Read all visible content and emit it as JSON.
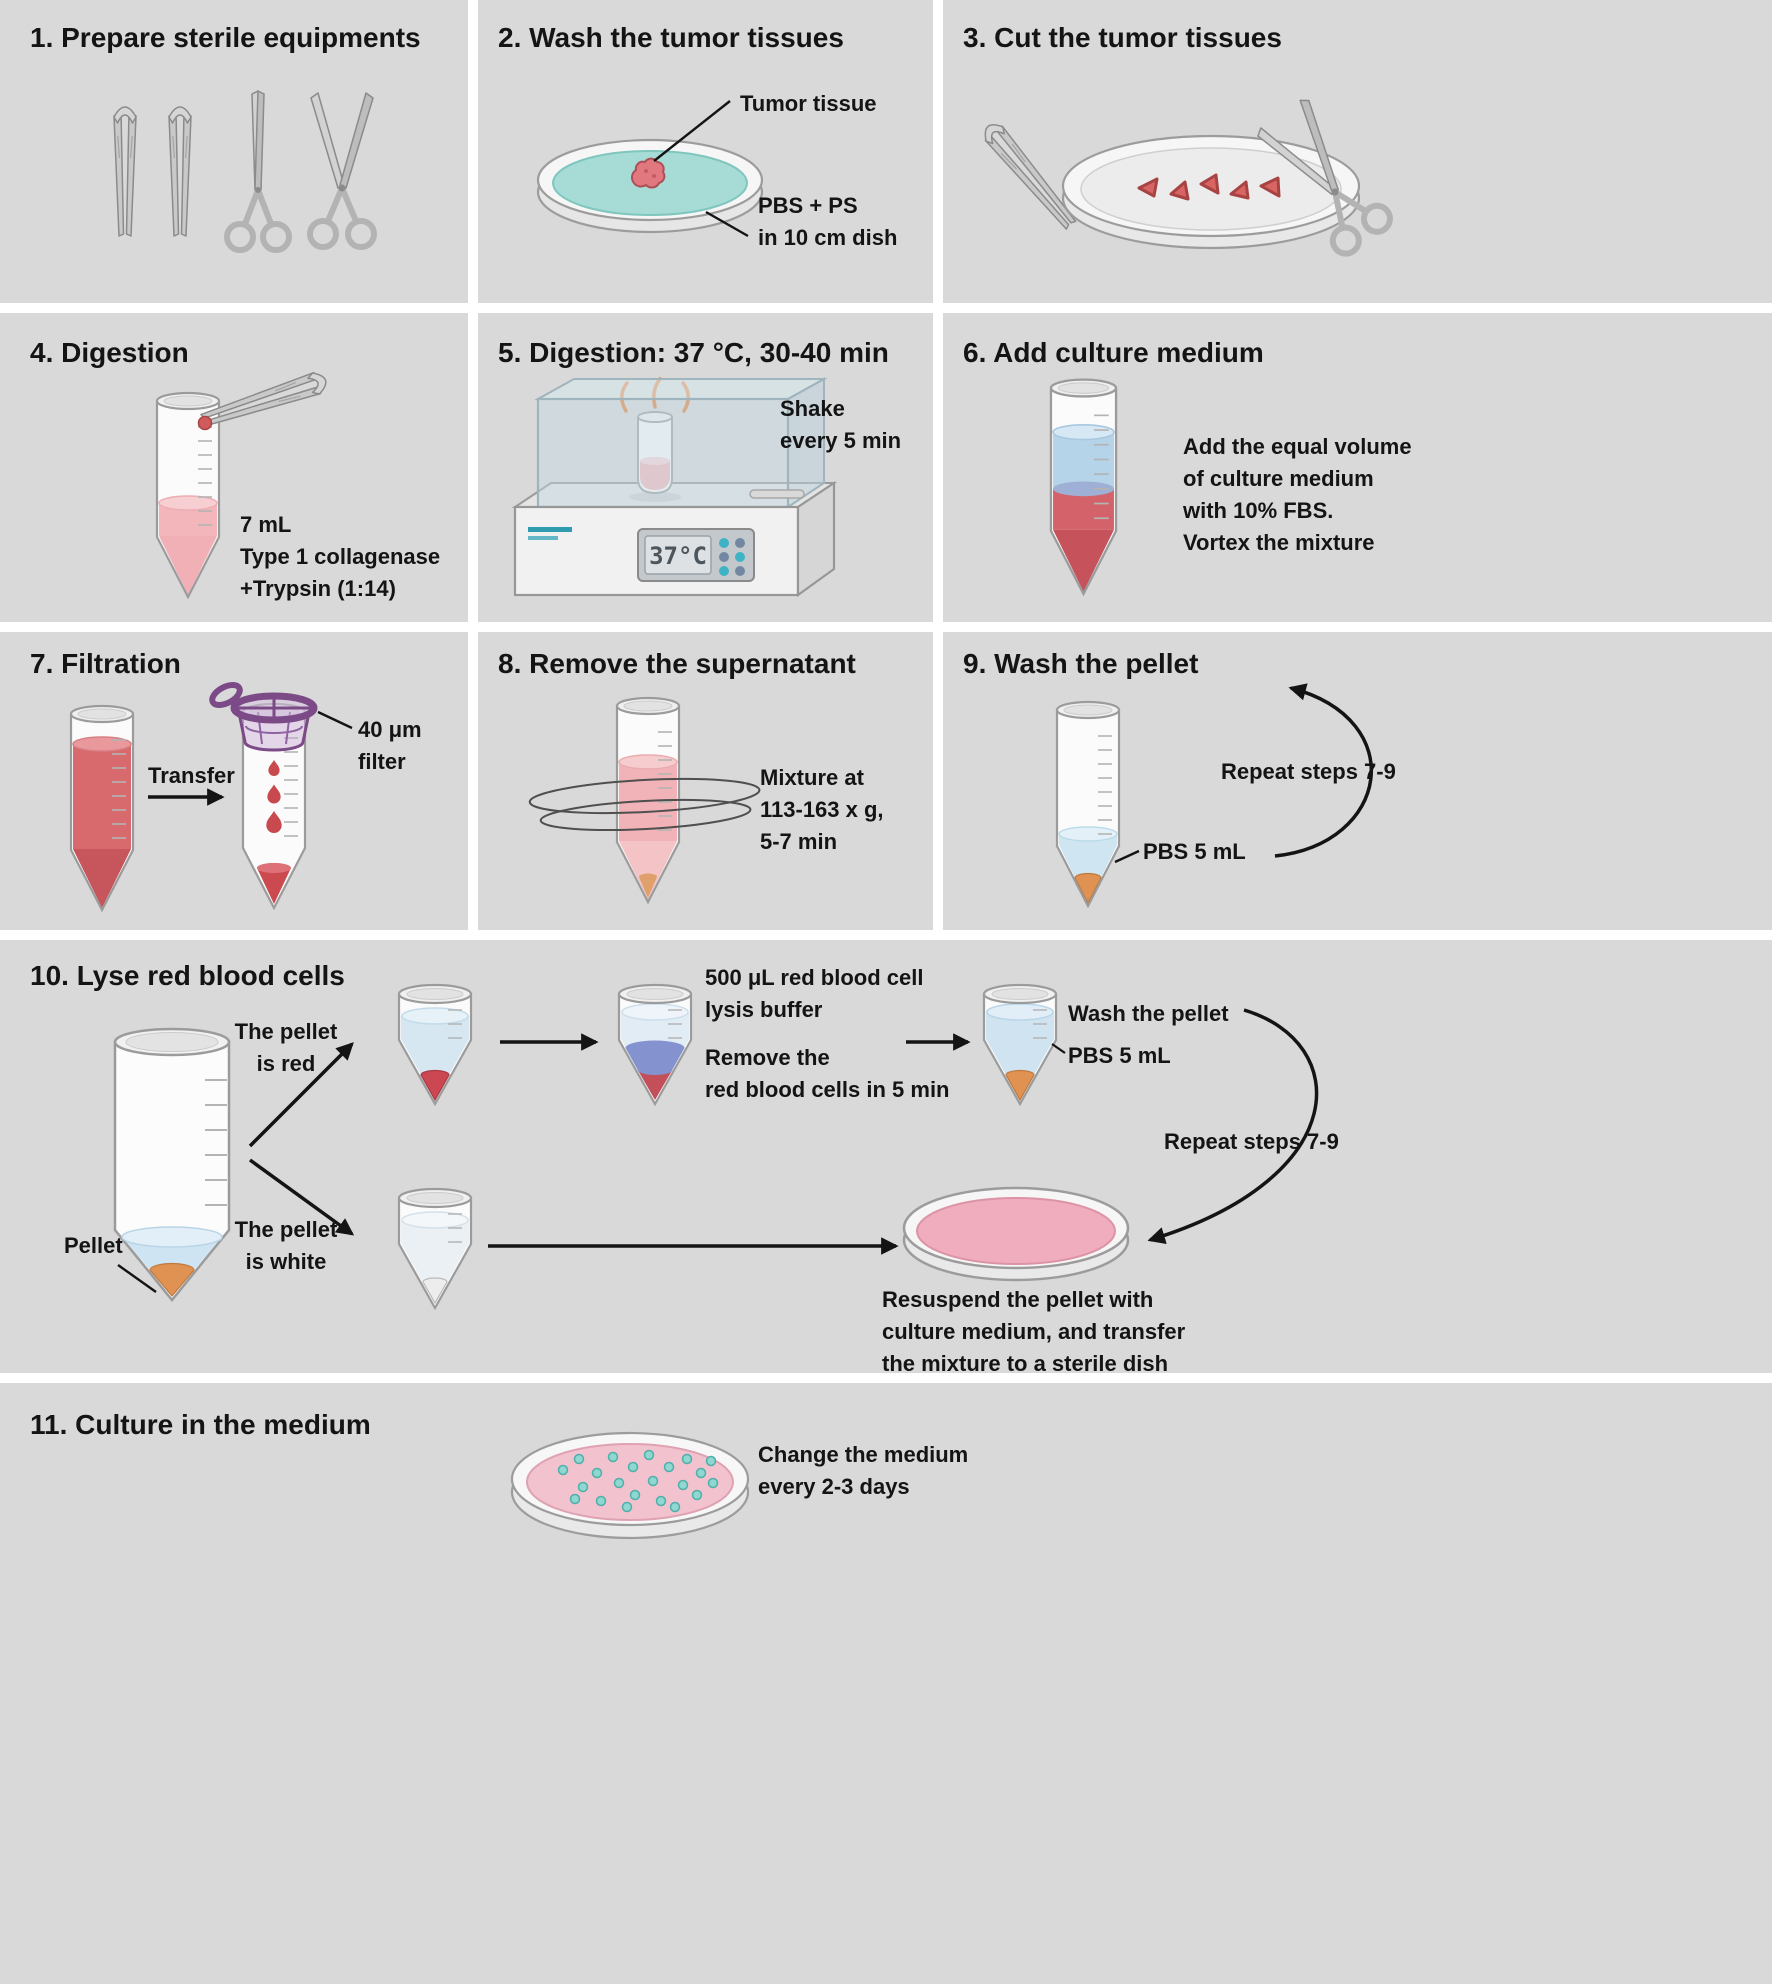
{
  "steps": {
    "s1": {
      "title": "1. Prepare sterile equipments"
    },
    "s2": {
      "title": "2. Wash the tumor tissues",
      "tumor_label": "Tumor tissue",
      "dish_label": "PBS +  PS\nin 10 cm dish"
    },
    "s3": {
      "title": "3. Cut the tumor tissues"
    },
    "s4": {
      "title": "4. Digestion",
      "note": "7 mL\nType 1 collagenase\n+Trypsin (1:14)"
    },
    "s5": {
      "title": "5. Digestion: 37 °C, 30-40 min",
      "shake_label": "Shake\nevery 5 min",
      "display_temp": "37°C"
    },
    "s6": {
      "title": "6. Add culture medium",
      "note": "Add the equal volume\nof culture medium\nwith 10% FBS.\nVortex the mixture"
    },
    "s7": {
      "title": "7. Filtration",
      "transfer_label": "Transfer",
      "filter_label": "40 μm\nfilter"
    },
    "s8": {
      "title": "8. Remove the supernatant",
      "note": "Mixture at\n113-163 x g,\n5-7 min"
    },
    "s9": {
      "title": "9. Wash the pellet",
      "repeat_label": "Repeat steps 7-9",
      "pbs_label": "PBS 5 mL"
    },
    "s10": {
      "title": "10. Lyse red blood cells",
      "pellet_label": "Pellet",
      "red_branch_label": "The pellet\nis red",
      "white_branch_label": "The pellet\nis white",
      "lysis_label": "500 μL red blood cell\nlysis buffer",
      "remove_label": "Remove the\nred blood cells in 5 min",
      "wash_label": "Wash the pellet",
      "pbs_label": "PBS 5 mL",
      "repeat_label": "Repeat steps 7-9",
      "resuspend_label": "Resuspend the pellet with\nculture medium, and transfer\nthe mixture to a sterile dish"
    },
    "s11": {
      "title": "11. Culture in the medium",
      "note": "Change the medium\nevery 2-3 days"
    }
  }
}
